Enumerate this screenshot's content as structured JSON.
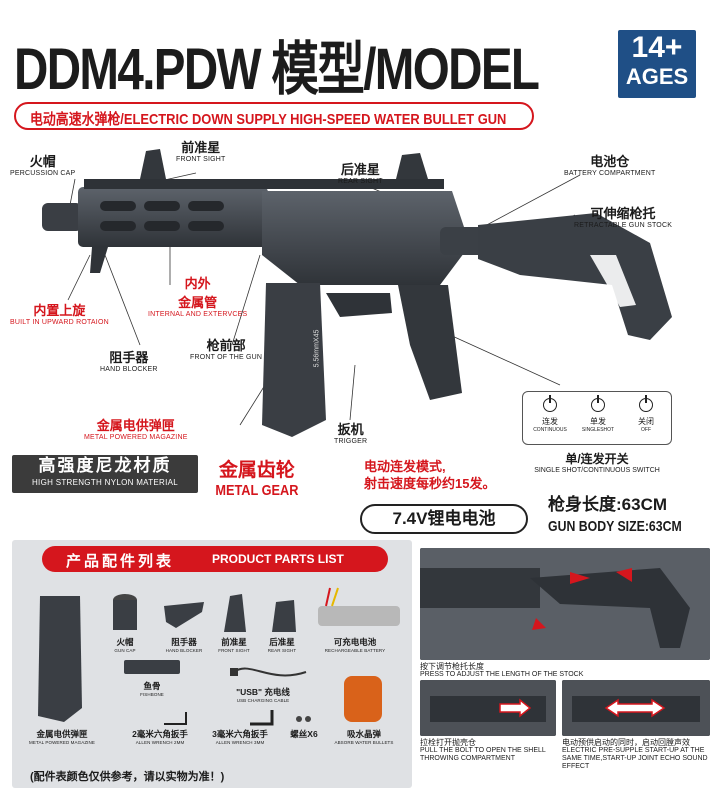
{
  "header": {
    "title": "DDM4.PDW 模型/MODEL",
    "age_number": "14+",
    "age_label": "AGES",
    "subtitle": "电动高速水弹枪/ELECTRIC DOWN SUPPLY HIGH-SPEED WATER BULLET GUN"
  },
  "labels": {
    "front_sight": {
      "cn": "前准星",
      "en": "FRONT SIGHT"
    },
    "percussion_cap": {
      "cn": "火帽",
      "en": "PERCUSSION CAP"
    },
    "rear_sight": {
      "cn": "后准星",
      "en": "REAR SIGHT"
    },
    "battery_compartment": {
      "cn": "电池仓",
      "en": "BATTERY COMPARTMENT"
    },
    "retractable_stock": {
      "cn": "可伸缩枪托",
      "en": "RETRACTABLE GUN STOCK"
    },
    "built_in_rotation": {
      "cn": "内置上旋",
      "en": "BUILT IN UPWARD ROTAION"
    },
    "metal_tube": {
      "cn": "内外\n金属管",
      "en": "INTERNAL AND EXTERVCES"
    },
    "hand_blocker": {
      "cn": "阻手器",
      "en": "HAND BLOCKER"
    },
    "front_of_gun": {
      "cn": "枪前部",
      "en": "FRONT OF THE GUN"
    },
    "metal_magazine": {
      "cn": "金属电供弹匣",
      "en": "METAL POWERED MAGAZINE"
    },
    "trigger": {
      "cn": "扳机",
      "en": "TRIGGER"
    }
  },
  "nylon": {
    "cn": "高强度尼龙材质",
    "en": "HIGH STRENGTH NYLON MATERIAL"
  },
  "metal_gear": {
    "cn": "金属齿轮",
    "en": "METAL GEAR"
  },
  "fire_mode": {
    "line1": "电动连发模式,",
    "line2": "射击速度每秒约15发。"
  },
  "switch": {
    "modes": [
      {
        "cn": "连发",
        "en": "CONTINUOUS"
      },
      {
        "cn": "单发",
        "en": "SINGLESHOT"
      },
      {
        "cn": "关闭",
        "en": "OFF"
      }
    ],
    "title_cn": "单/连发开关",
    "title_en": "SINGLE SHOT/CONTINUOUS SWITCH"
  },
  "battery_pill": "7.4V锂电电池",
  "length": {
    "cn": "枪身长度:63CM",
    "en": "GUN BODY SIZE:63CM"
  },
  "magazine_marking": "5.56mmX45",
  "parts": {
    "title_cn": "产品配件列表",
    "title_en": "PRODUCT PARTS LIST",
    "items": {
      "gun_cap": {
        "cn": "火帽",
        "en": "GUN CAP"
      },
      "hand_blocker": {
        "cn": "阻手器",
        "en": "HAND BLOCKER"
      },
      "front_sight": {
        "cn": "前准星",
        "en": "FRONT SIGHT"
      },
      "rear_sight": {
        "cn": "后准星",
        "en": "REAR SIGHT"
      },
      "battery": {
        "cn": "可充电电池",
        "en": "RECHARGEABLE BATTERY"
      },
      "fishbone": {
        "cn": "鱼骨",
        "en": "FISHBONE"
      },
      "usb": {
        "cn": "\"USB\" 充电线",
        "en": "USB CHARGING CABLE"
      },
      "magazine": {
        "cn": "金属电供弹匣",
        "en": "METAL POWERED MAGAZINE"
      },
      "wrench2": {
        "cn": "2毫米六角扳手",
        "en": "ALLEN WRENCH 2MM"
      },
      "wrench3": {
        "cn": "3毫米六角扳手",
        "en": "ALLEN WRENCH 3MM"
      },
      "screws": {
        "cn": "螺丝X6",
        "en": ""
      },
      "water_bullets": {
        "cn": "吸水晶弹",
        "en": "ABSORB WATER BULLETS"
      }
    },
    "note": "(配件表颜色仅供参考，请以实物为准！)"
  },
  "features": {
    "stock": {
      "cn": "按下调节枪托长度",
      "en": "PRESS TO ADJUST THE LENGTH OF THE STOCK"
    },
    "bolt": {
      "cn": "拉栓打开抛壳仓",
      "en1": "PULL THE BOLT TO OPEN THE SHELL",
      "en2": "THROWING COMPARTMENT"
    },
    "echo": {
      "cn": "电动预供启动的同时，启动回膛",
      "cn2": "声效",
      "en1": "ELECTRIC PRE-SUPPLE START-UP AT THE",
      "en2": "SAME TIME,START-UP JOINT ECHO SOUND",
      "en3": "EFFECT"
    }
  },
  "colors": {
    "accent_red": "#d5161d",
    "badge_blue": "#1f4f86",
    "gun_gray": "#3f444b"
  }
}
